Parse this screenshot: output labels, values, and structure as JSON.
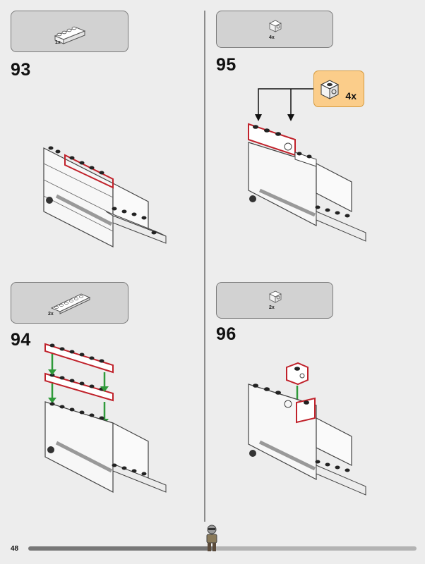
{
  "page": {
    "number": "48"
  },
  "steps": [
    {
      "number": "93",
      "parts_qty": "1x"
    },
    {
      "number": "94",
      "parts_qty": "2x"
    },
    {
      "number": "95",
      "parts_qty": "4x",
      "callout_qty": "4x"
    },
    {
      "number": "96",
      "parts_qty": "2x"
    }
  ],
  "colors": {
    "highlight": "#c0222b",
    "arrow_black": "#111111",
    "arrow_green": "#2f9a3a",
    "callout_bg": "#fbcd8a"
  },
  "progress": {
    "completed_fraction": 0.48
  }
}
